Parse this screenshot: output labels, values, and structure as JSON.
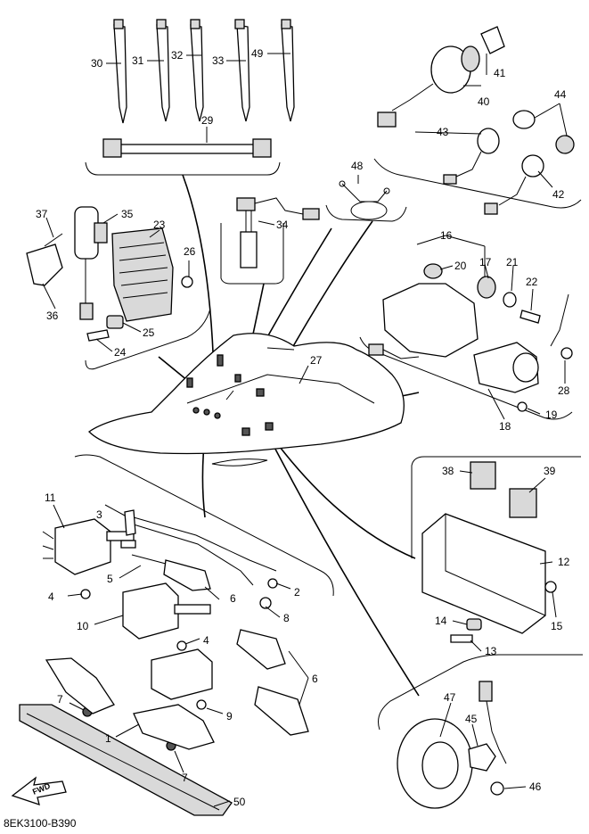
{
  "diagram": {
    "code": "8EK3100-B390",
    "fwd_label": "FWD",
    "callouts": [
      {
        "n": "1"
      },
      {
        "n": "2"
      },
      {
        "n": "3"
      },
      {
        "n": "4"
      },
      {
        "n": "4"
      },
      {
        "n": "5"
      },
      {
        "n": "6"
      },
      {
        "n": "6"
      },
      {
        "n": "7"
      },
      {
        "n": "7"
      },
      {
        "n": "8"
      },
      {
        "n": "9"
      },
      {
        "n": "10"
      },
      {
        "n": "11"
      },
      {
        "n": "12"
      },
      {
        "n": "13"
      },
      {
        "n": "14"
      },
      {
        "n": "15"
      },
      {
        "n": "16"
      },
      {
        "n": "17"
      },
      {
        "n": "18"
      },
      {
        "n": "19"
      },
      {
        "n": "20"
      },
      {
        "n": "21"
      },
      {
        "n": "22"
      },
      {
        "n": "23"
      },
      {
        "n": "24"
      },
      {
        "n": "25"
      },
      {
        "n": "26"
      },
      {
        "n": "27"
      },
      {
        "n": "28"
      },
      {
        "n": "29"
      },
      {
        "n": "30"
      },
      {
        "n": "31"
      },
      {
        "n": "32"
      },
      {
        "n": "33"
      },
      {
        "n": "34"
      },
      {
        "n": "35"
      },
      {
        "n": "36"
      },
      {
        "n": "37"
      },
      {
        "n": "38"
      },
      {
        "n": "39"
      },
      {
        "n": "40"
      },
      {
        "n": "41"
      },
      {
        "n": "42"
      },
      {
        "n": "43"
      },
      {
        "n": "44"
      },
      {
        "n": "45"
      },
      {
        "n": "46"
      },
      {
        "n": "47"
      },
      {
        "n": "48"
      },
      {
        "n": "49"
      },
      {
        "n": "50"
      }
    ]
  }
}
